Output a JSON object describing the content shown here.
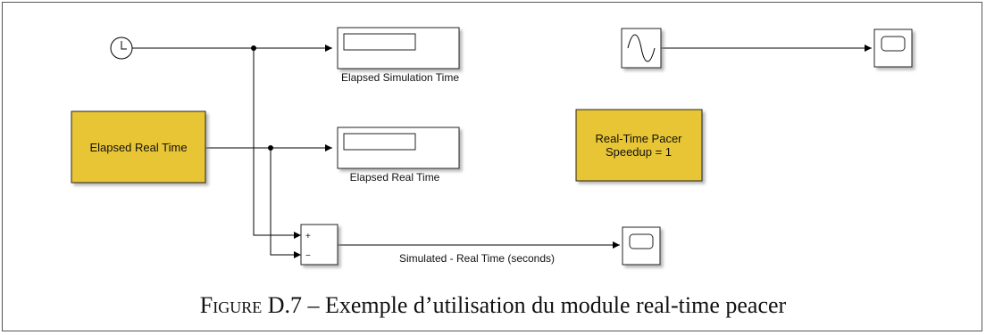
{
  "blocks": {
    "elapsed_real_time_source": "Elapsed Real Time",
    "real_time_pacer_line1": "Real-Time Pacer",
    "real_time_pacer_line2": "Speedup = 1"
  },
  "labels": {
    "elapsed_simulation_time": "Elapsed Simulation Time",
    "elapsed_real_time": "Elapsed Real Time",
    "difference_signal": "Simulated - Real Time (seconds)"
  },
  "sum_signs": {
    "plus": "+",
    "minus": "−"
  },
  "caption": {
    "label": "Figure D.7",
    "separator": " – ",
    "text": "Exemple d’utilisation du module real-time peacer"
  },
  "colors": {
    "highlight_block": "#e8c536",
    "block_border": "#222222",
    "wire": "#000000"
  }
}
